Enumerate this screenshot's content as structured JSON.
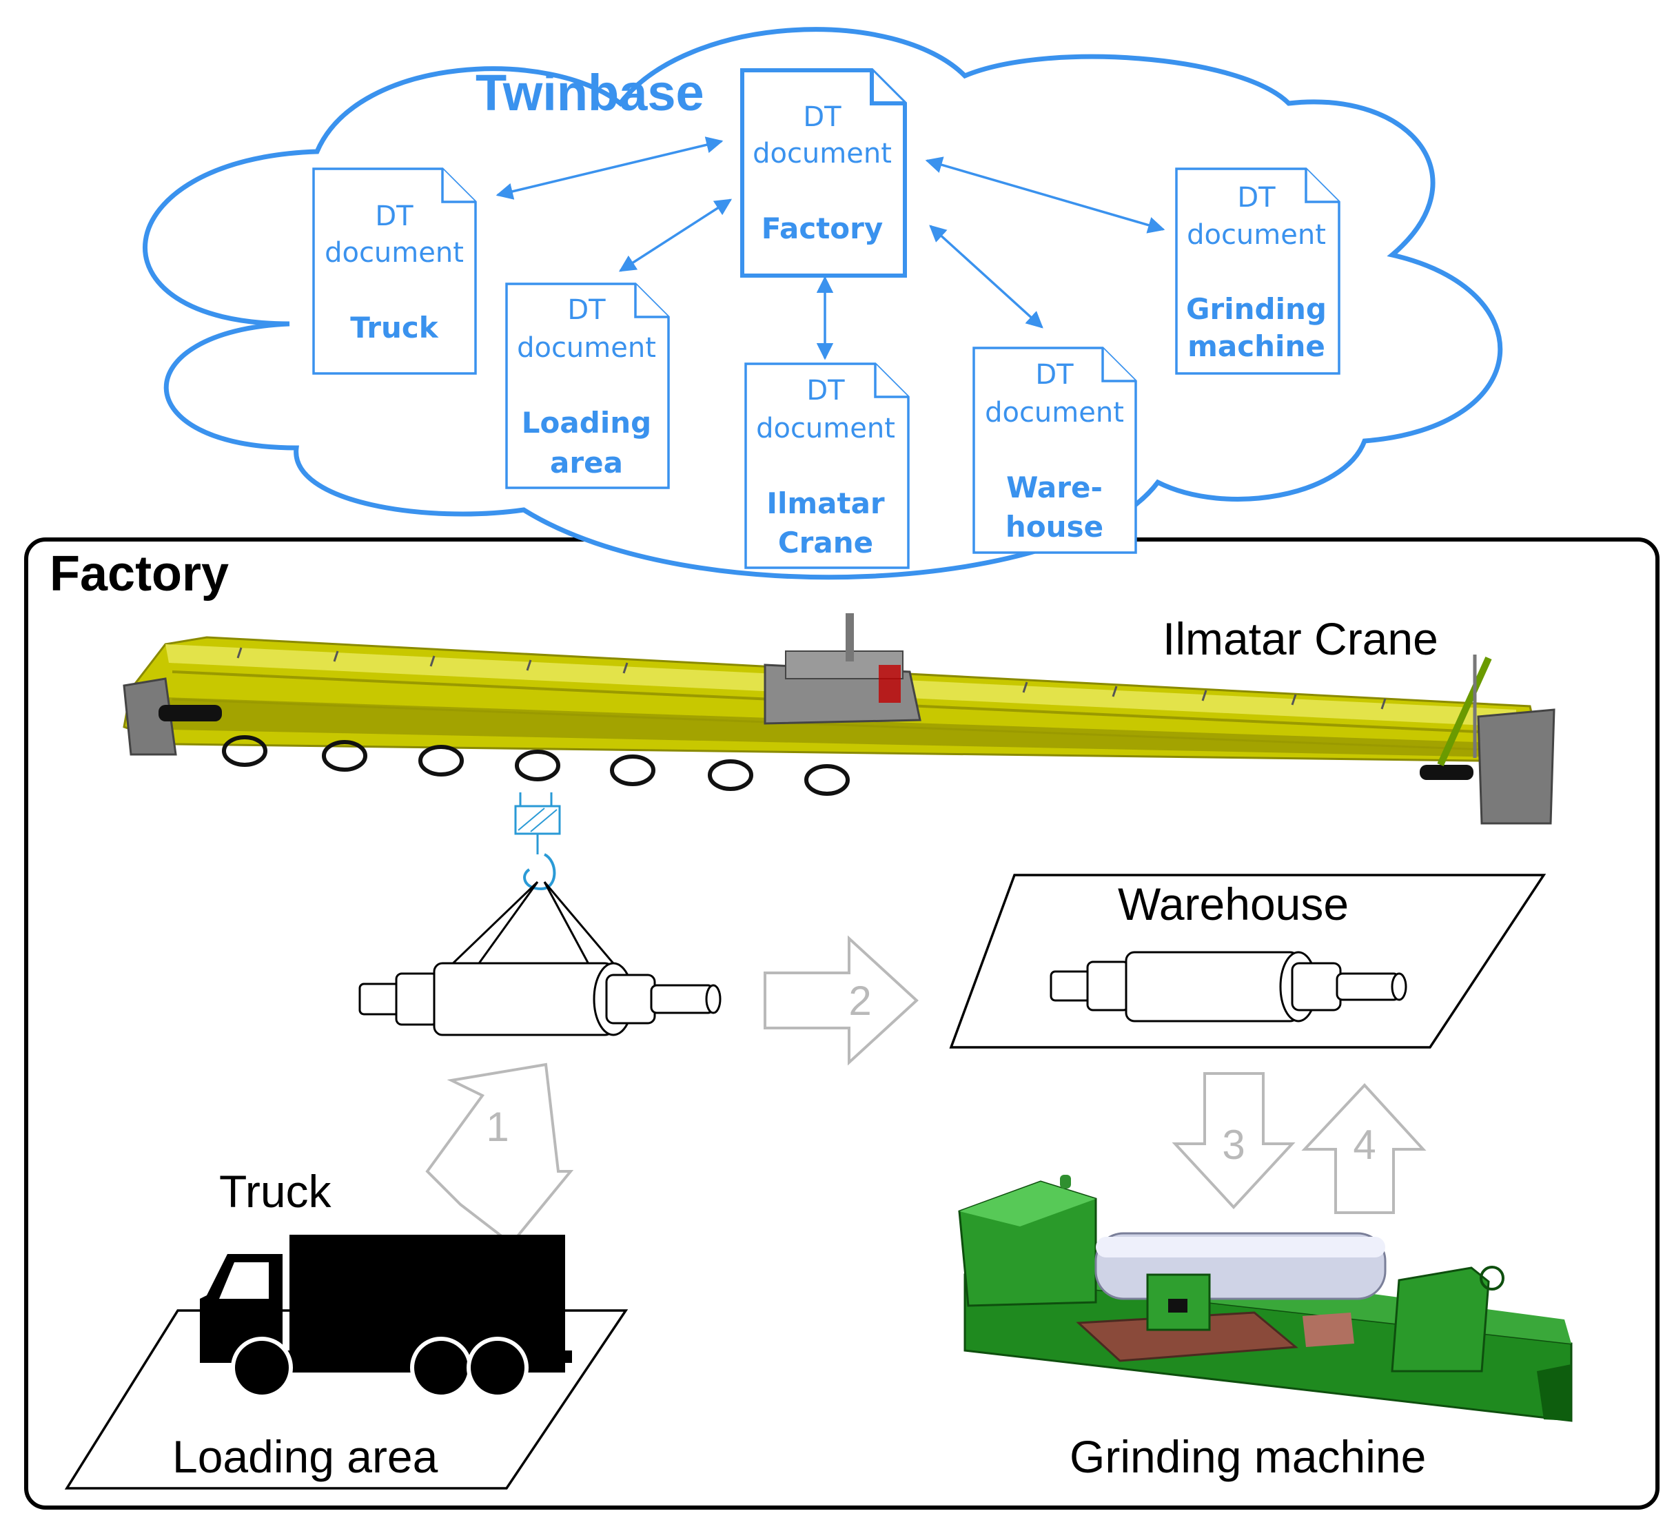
{
  "cloud": {
    "title": "Twinbase"
  },
  "documents": {
    "factory": {
      "line1": "DT",
      "line2": "document",
      "name1": "Factory",
      "name2": ""
    },
    "truck": {
      "line1": "DT",
      "line2": "document",
      "name1": "Truck",
      "name2": ""
    },
    "loading": {
      "line1": "DT",
      "line2": "document",
      "name1": "Loading",
      "name2": "area"
    },
    "crane": {
      "line1": "DT",
      "line2": "document",
      "name1": "Ilmatar",
      "name2": "Crane"
    },
    "warehouse": {
      "line1": "DT",
      "line2": "document",
      "name1": "Ware-",
      "name2": "house"
    },
    "grinding": {
      "line1": "DT",
      "line2": "document",
      "name1": "Grinding",
      "name2": "machine"
    }
  },
  "factory": {
    "title": "Factory",
    "labels": {
      "crane": "Ilmatar Crane",
      "warehouse": "Warehouse",
      "truck": "Truck",
      "loading_area": "Loading area",
      "grinding_machine": "Grinding machine"
    },
    "steps": [
      "1",
      "2",
      "3",
      "4"
    ]
  },
  "colors": {
    "accent_blue": "#3a92ee",
    "crane_yellow": "#c8c800",
    "machine_green": "#1f8a1f",
    "step_gray": "#b9b9b9"
  }
}
